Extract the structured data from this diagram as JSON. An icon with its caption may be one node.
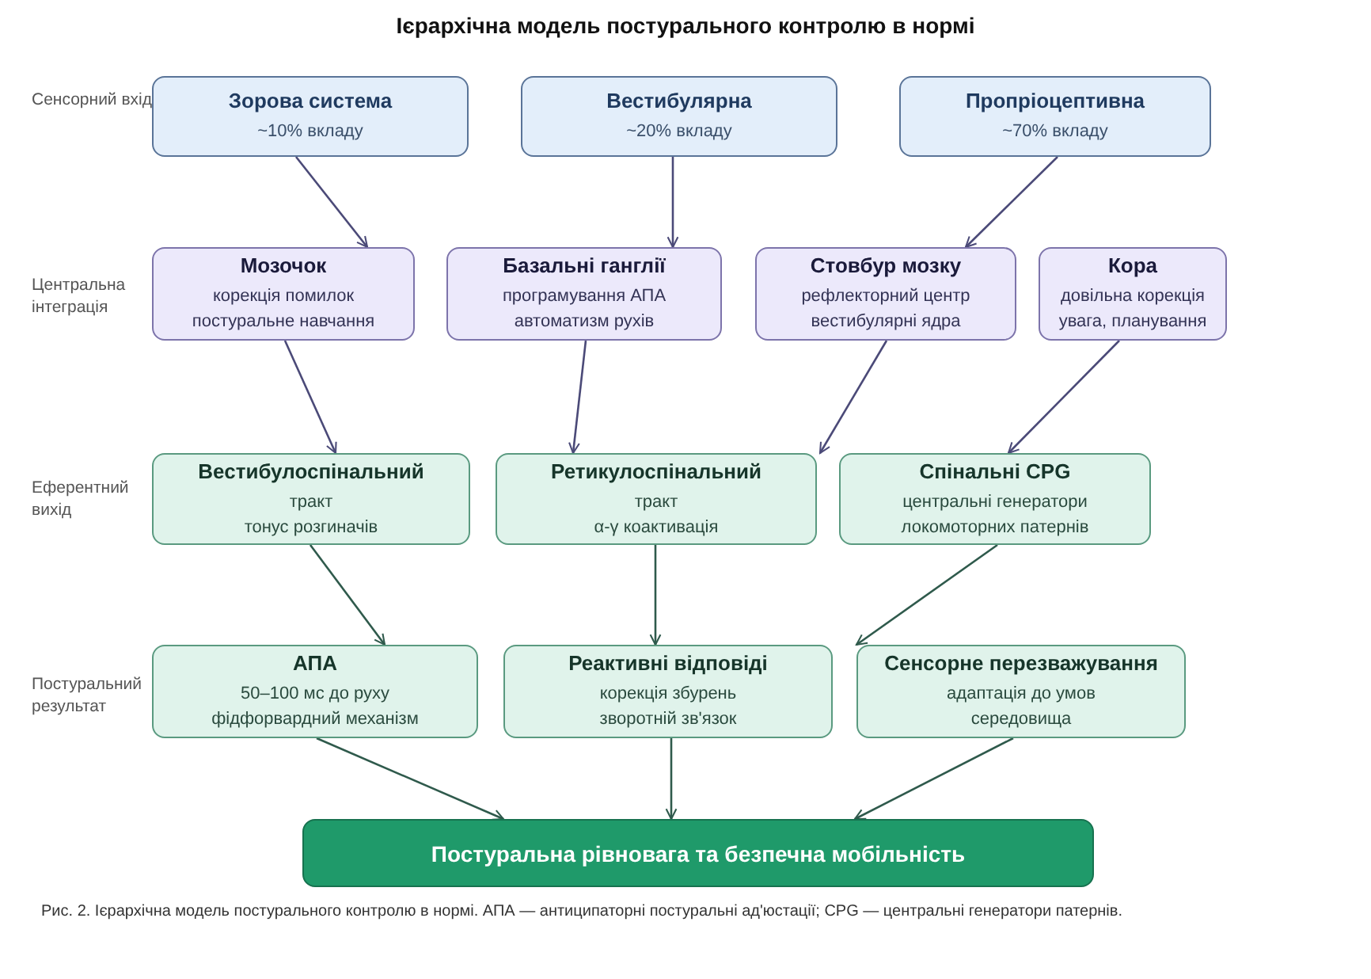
{
  "diagram": {
    "title": "Ієрархічна модель постурального контролю в нормі",
    "caption": "Рис. 2. Ієрархічна модель постурального контролю в нормі. АПА — антиципаторні постуральні ад'юстації; CPG — центральні генератори патернів.",
    "nodes": [
      {
        "text": [
          "Зорова система",
          "~10% вкладу"
        ]
      },
      {
        "text": [
          "Вестибулярна",
          "~20% вкладу"
        ]
      },
      {
        "text": [
          "Пропріоцептивна",
          "~70% вкладу"
        ]
      },
      {
        "text": [
          "Мозочок",
          "корекція помилок",
          "постуральне навчання"
        ]
      },
      {
        "text": [
          "Базальні ганглії",
          "програмування АПА",
          "автоматизм рухів"
        ]
      },
      {
        "text": [
          "Стовбур мозку",
          "рефлекторний центр",
          "вестибулярні ядра"
        ]
      },
      {
        "text": [
          "Кора",
          "довільна корекція",
          "увага, планування"
        ]
      },
      {
        "text": [
          "Вестибулоспінальний",
          "тракт",
          "тонус розгиначів"
        ]
      },
      {
        "text": [
          "Ретикулоспінальний",
          "тракт",
          "α-γ коактивація"
        ]
      },
      {
        "text": [
          "Спінальні CPG",
          "центральні генератори",
          "локомоторних патернів"
        ]
      },
      {
        "text": [
          "АПА",
          "50–100 мс до руху",
          "фідфорвардний механізм"
        ]
      },
      {
        "text": [
          "Реактивні відповіді",
          "корекція збурень",
          "зворотній зв'язок"
        ]
      },
      {
        "text": [
          "Сенсорне перезважування",
          "адаптація до умов",
          "середовища"
        ]
      },
      {
        "text": [
          "Постуральна рівновага та безпечна мобільність"
        ]
      }
    ],
    "edges": [
      {
        "from": 0,
        "to": 3,
        "arrow": "to"
      },
      {
        "from": 1,
        "to": 4,
        "arrow": "to"
      },
      {
        "from": 2,
        "to": 5,
        "arrow": "to"
      },
      {
        "from": 3,
        "to": 7,
        "arrow": "to"
      },
      {
        "from": 4,
        "to": 8,
        "arrow": "to"
      },
      {
        "from": 5,
        "to": 8,
        "arrow": "to"
      },
      {
        "from": 6,
        "to": 9,
        "arrow": "to"
      },
      {
        "from": 7,
        "to": 10,
        "arrow": "to",
        "color": "#2f5a4c"
      },
      {
        "from": 8,
        "to": 11,
        "arrow": "to",
        "color": "#2f5a4c"
      },
      {
        "from": 9,
        "to": 12,
        "arrow": "to",
        "color": "#2f5a4c"
      },
      {
        "from": 10,
        "to": 13,
        "arrow": "to",
        "color": "#2f5a4c"
      },
      {
        "from": 11,
        "to": 13,
        "arrow": "to",
        "color": "#2f5a4c"
      },
      {
        "from": 12,
        "to": 13,
        "arrow": "to",
        "color": "#2f5a4c"
      }
    ],
    "labels": [
      "Сенсорний вхід",
      "Центральна інтеграція",
      "Еферентний вихід",
      "Постуральний результат"
    ]
  }
}
